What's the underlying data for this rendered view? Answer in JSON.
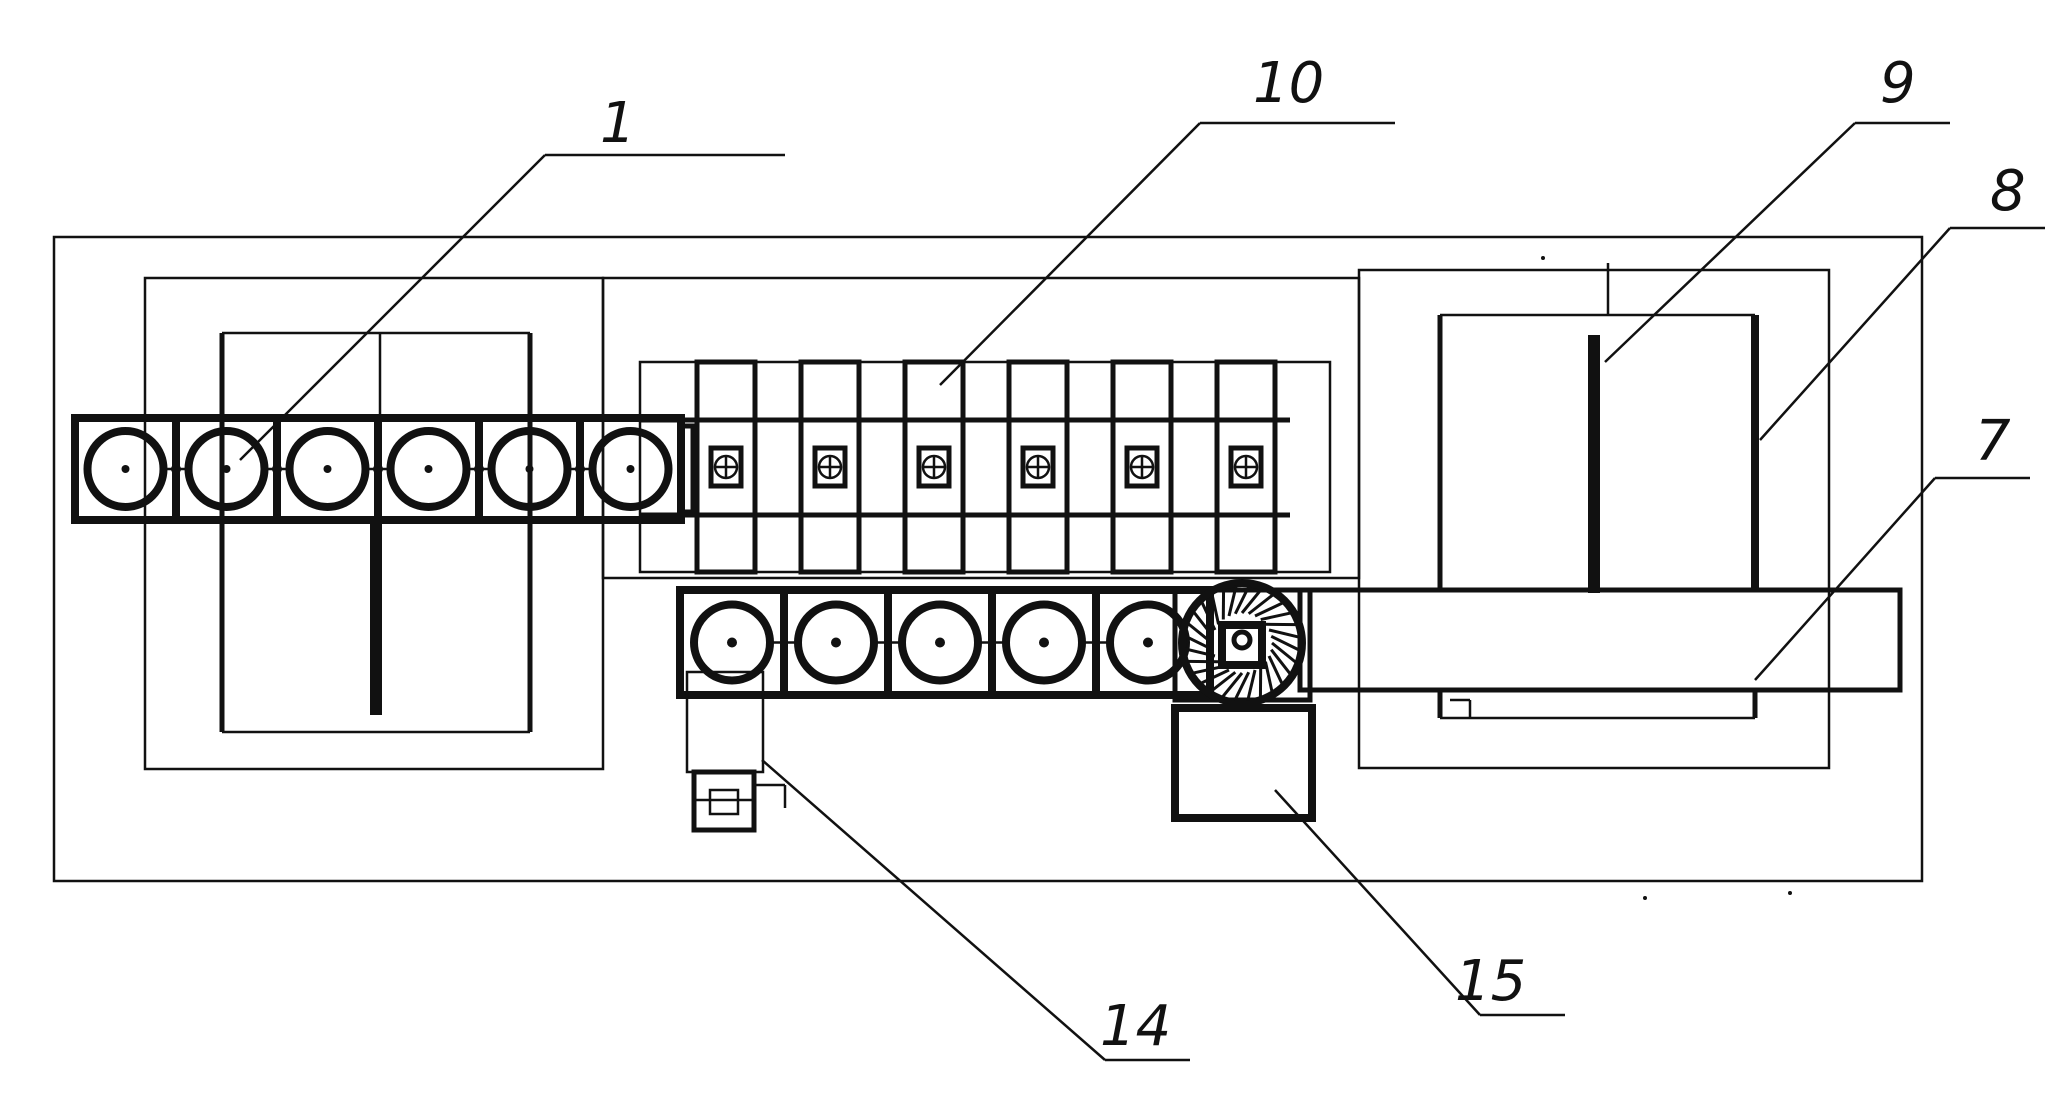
{
  "callouts": {
    "c1": "1",
    "c10": "10",
    "c9": "9",
    "c8": "8",
    "c7": "7",
    "c14": "14",
    "c15": "15"
  },
  "colors": {
    "line": "#111111",
    "background": "#ffffff"
  },
  "components": {
    "upper_roller_count": 6,
    "lower_roller_count": 5,
    "press_unit_count": 6
  }
}
